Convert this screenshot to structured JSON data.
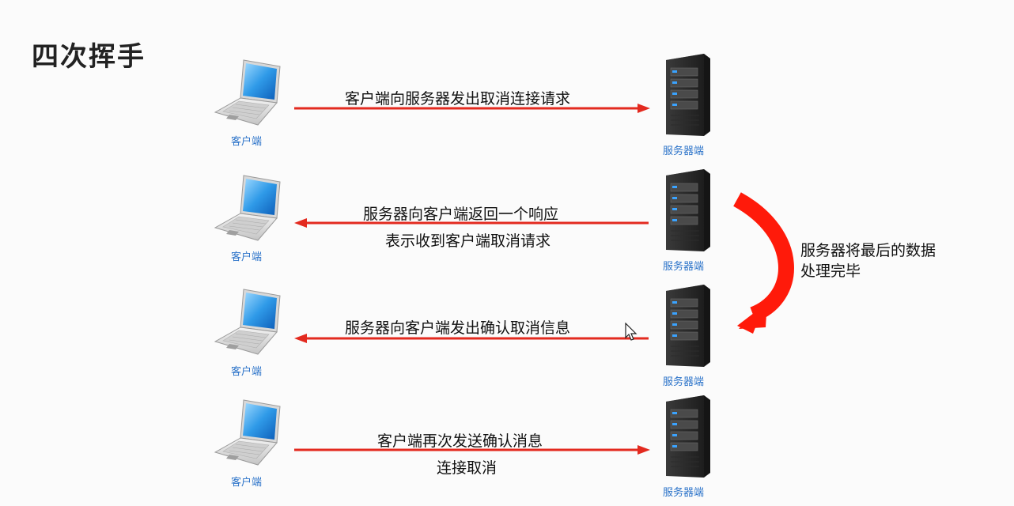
{
  "title": "四次挥手",
  "labels": {
    "client": "客户端",
    "server": "服务器端"
  },
  "steps": [
    {
      "line1": "客户端向服务器发出取消连接请求",
      "line2": "",
      "direction": "to_server"
    },
    {
      "line1": "服务器向客户端返回一个响应",
      "line2": "表示收到客户端取消请求",
      "direction": "to_client"
    },
    {
      "line1": "服务器向客户端发出确认取消信息",
      "line2": "",
      "direction": "to_client"
    },
    {
      "line1": "客户端再次发送确认消息",
      "line2": "连接取消",
      "direction": "to_server"
    }
  ],
  "side_note": {
    "line1": "服务器将最后的数据",
    "line2": "处理完毕"
  },
  "colors": {
    "arrow": "#e32a1f",
    "curved_arrow": "#ff1a0a",
    "label": "#2b73c9"
  },
  "icons": {
    "client": "laptop-icon",
    "server": "server-tower-icon"
  }
}
